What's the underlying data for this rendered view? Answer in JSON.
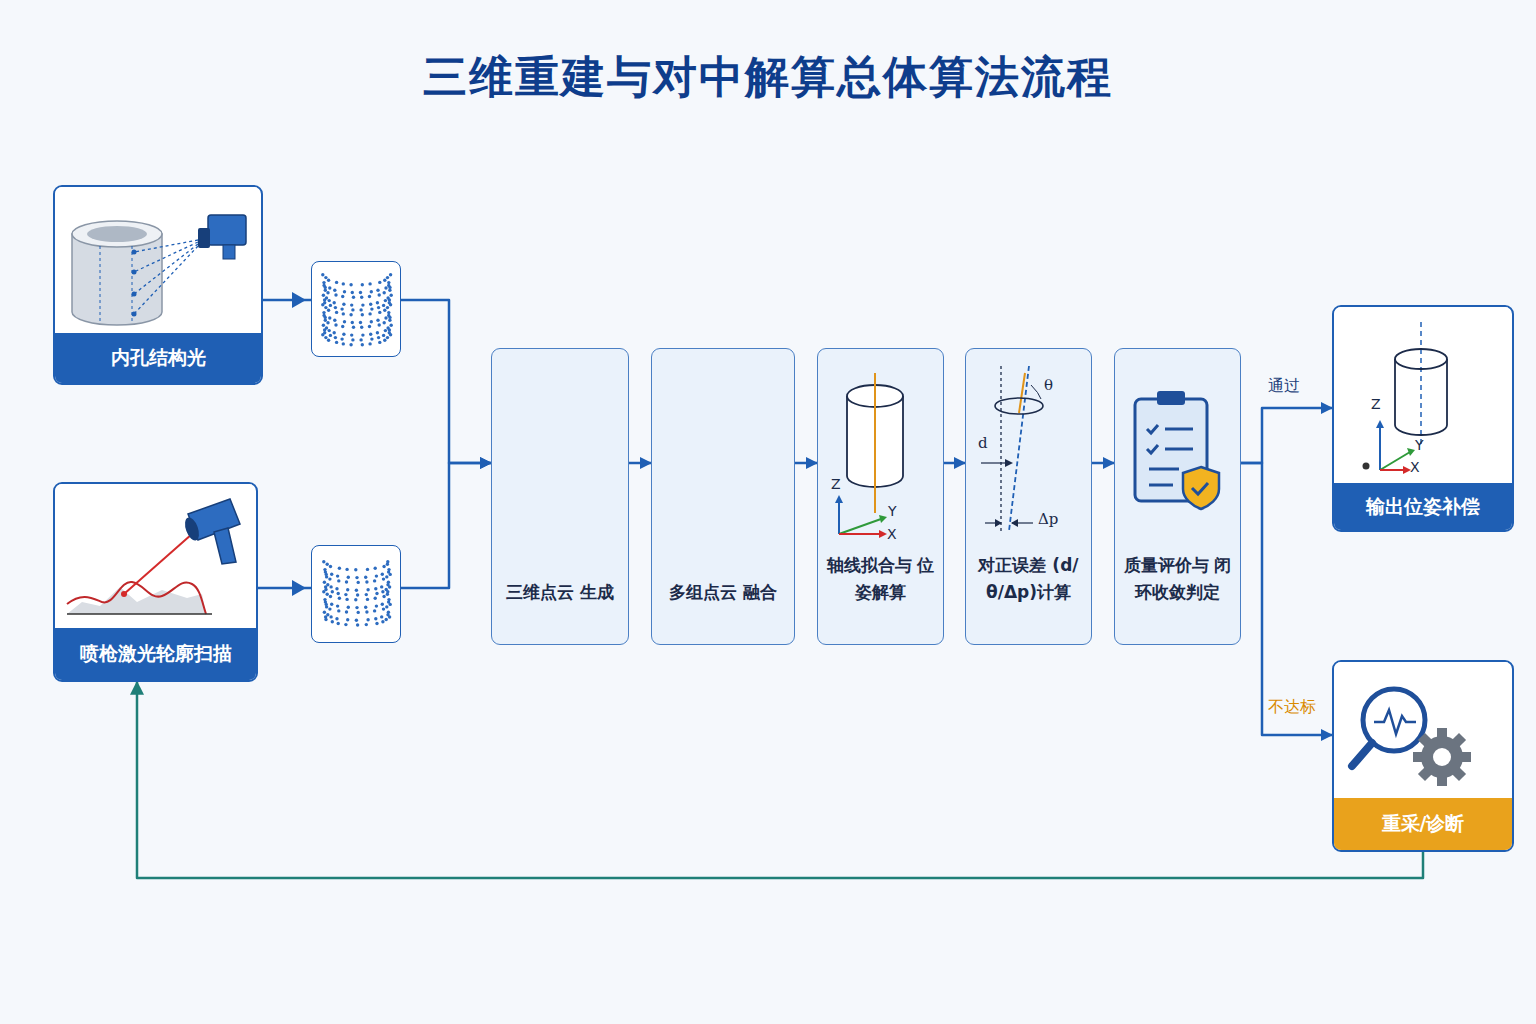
{
  "diagram": {
    "title": "三维重建与对中解算总体算法流程",
    "nodes": [
      {
        "text": [
          "内孔结构光"
        ]
      },
      {
        "text": [
          "喷枪激光轮廓扫描"
        ]
      },
      {
        "text": [
          "三维点云 生成"
        ]
      },
      {
        "text": [
          "多组点云 融合"
        ]
      },
      {
        "text": [
          "轴线拟合与 位姿解算"
        ]
      },
      {
        "text": [
          "对正误差 (d/θ/Δp)计算"
        ]
      },
      {
        "text": [
          "质量评价与 闭环收敛判定"
        ]
      },
      {
        "text": [
          "输出位姿补偿"
        ]
      },
      {
        "text": [
          "重采/诊断"
        ]
      }
    ],
    "edges": [
      {
        "from": 0,
        "to": 2,
        "arrow": "to"
      },
      {
        "from": 1,
        "to": 2,
        "arrow": "to"
      },
      {
        "from": 2,
        "to": 3,
        "arrow": "to"
      },
      {
        "from": 3,
        "to": 4,
        "arrow": "to"
      },
      {
        "from": 4,
        "to": 5,
        "arrow": "to"
      },
      {
        "from": 5,
        "to": 6,
        "arrow": "to"
      },
      {
        "from": 6,
        "to": 7,
        "label": "通过",
        "arrow": "to"
      },
      {
        "from": 6,
        "to": 8,
        "label": "不达标",
        "arrow": "to"
      },
      {
        "from": 8,
        "to": 1,
        "arrow": "to"
      }
    ],
    "labels": [
      "Z",
      "Y",
      "X",
      "θ",
      "d",
      "Δp",
      "Z",
      "Y",
      "X"
    ]
  }
}
